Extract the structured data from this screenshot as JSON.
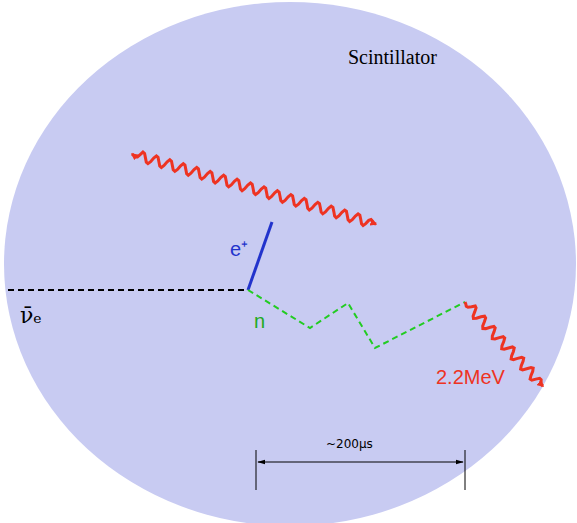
{
  "diagram": {
    "labels": [
      "Scintillator",
      "e⁺",
      "n",
      "ν̄ₑ",
      "2.2MeV",
      "~200μs"
    ]
  }
}
